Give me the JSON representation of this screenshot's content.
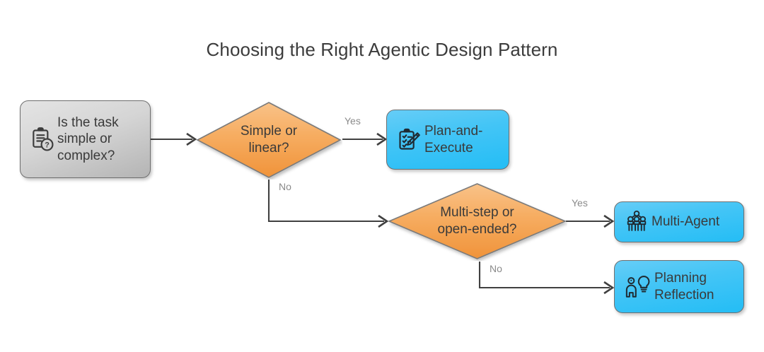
{
  "title": "Choosing the Right Agentic Design Pattern",
  "colors": {
    "background": "#ffffff",
    "title_text": "#3c3c3c",
    "node_text": "#3a3a3a",
    "edge_label_text": "#8a8a8a",
    "gray_fill_top": "#e4e4e4",
    "gray_fill_bottom": "#b4b4b4",
    "orange_fill_top": "#f8bc7c",
    "orange_fill_bottom": "#f2973d",
    "orange_stroke": "#c8752a",
    "cyan_fill_top": "#66cdf7",
    "cyan_fill_bottom": "#24bdf5",
    "node_stroke": "#6e6e6e",
    "connector": "#404040"
  },
  "chart_data": {
    "type": "flowchart",
    "title": "Choosing the Right Agentic Design Pattern",
    "orientation": "left-to-right",
    "nodes": [
      {
        "id": "start",
        "shape": "rounded-rectangle",
        "style": "gray",
        "label": "Is the task\nsimple or\ncomplex?",
        "icon": "clipboard-question-icon"
      },
      {
        "id": "decision-simple",
        "shape": "diamond",
        "style": "orange",
        "label": "Simple or\nlinear?",
        "icon": null
      },
      {
        "id": "plan-and-execute",
        "shape": "rounded-rectangle",
        "style": "cyan",
        "label": "Plan-and-\nExecute",
        "icon": "clipboard-pencil-icon"
      },
      {
        "id": "decision-multistep",
        "shape": "diamond",
        "style": "orange",
        "label": "Multi-step or\nopen-ended?",
        "icon": null
      },
      {
        "id": "multi-agent",
        "shape": "rounded-rectangle",
        "style": "cyan",
        "label": "Multi-Agent",
        "icon": "people-network-icon"
      },
      {
        "id": "planning-reflection",
        "shape": "rounded-rectangle",
        "style": "cyan",
        "label": "Planning\nReflection",
        "icon": "person-lightbulb-icon"
      }
    ],
    "edges": [
      {
        "from": "start",
        "to": "decision-simple",
        "label": ""
      },
      {
        "from": "decision-simple",
        "to": "plan-and-execute",
        "label": "Yes"
      },
      {
        "from": "decision-simple",
        "to": "decision-multistep",
        "label": "No"
      },
      {
        "from": "decision-multistep",
        "to": "multi-agent",
        "label": "Yes"
      },
      {
        "from": "decision-multistep",
        "to": "planning-reflection",
        "label": "No"
      }
    ]
  },
  "edge_labels": {
    "simple_yes": "Yes",
    "simple_no": "No",
    "multistep_yes": "Yes",
    "multistep_no": "No"
  }
}
